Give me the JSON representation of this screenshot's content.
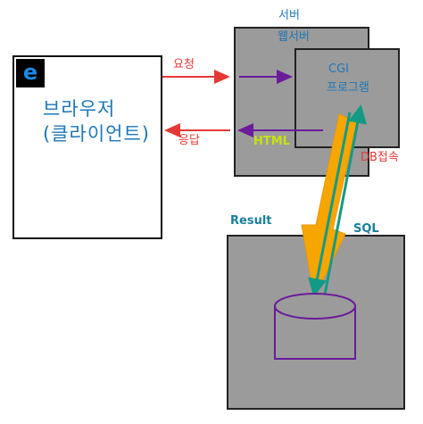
{
  "browser": {
    "icon": "edge-browser-icon",
    "icon_glyph": "e",
    "label_line1": "브라우저",
    "label_line2": "(클라이언트)"
  },
  "server": {
    "label": "서버",
    "web_server_label": "웹서버",
    "program_line1": "CGI",
    "program_line2": "프로그램"
  },
  "arrows": {
    "request_label": "요청",
    "response_label": "응답",
    "html_label": "HTML",
    "db_connect_label": "DB접속",
    "sql_label": "SQL",
    "result_label": "Result"
  },
  "colors": {
    "arrow_red": "#e53935",
    "arrow_purple": "#6a1b9a",
    "arrow_orange": "#f7a600",
    "arrow_teal": "#139a86",
    "box_gray": "#9b9b9b",
    "text_blue": "#1c77b8"
  }
}
